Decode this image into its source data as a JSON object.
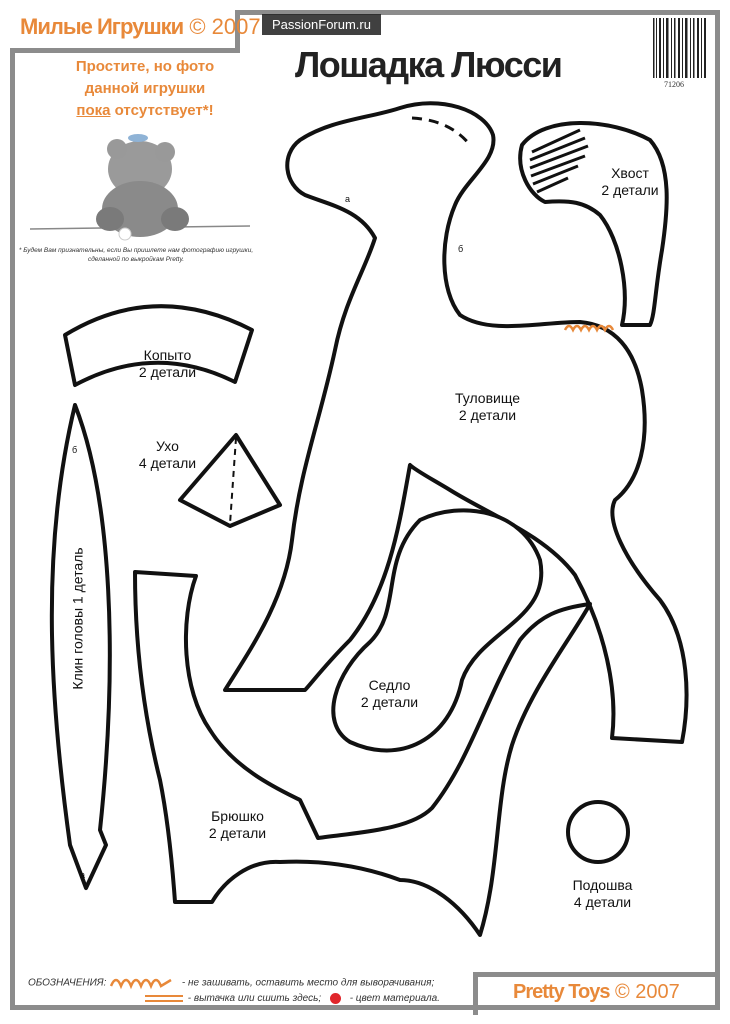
{
  "header": {
    "brand_name": "Милые Игрушки",
    "brand_copyright": "© 2007",
    "watermark": "PassionForum.ru",
    "title": "Лошадка Люсси",
    "barcode_number": "71206"
  },
  "photo_notice": {
    "line1": "Простите, но фото",
    "line2": "данной игрушки",
    "line3_underlined": "пока",
    "line3_rest": " отсутствует*!",
    "footnote_line1": "* Будем Вам признательны, если Вы пришлете нам фотографию игрушки,",
    "footnote_line2": "сделанной по выкройкам Pretty."
  },
  "pieces": {
    "tail": {
      "name": "Хвост",
      "count": "2 детали"
    },
    "hoof": {
      "name": "Копыто",
      "count": "2 детали"
    },
    "body": {
      "name": "Туловище",
      "count": "2 детали"
    },
    "ear": {
      "name": "Ухо",
      "count": "4 детали"
    },
    "head_gusset": {
      "name": "Клин головы 1 деталь"
    },
    "saddle": {
      "name": "Седло",
      "count": "2 детали"
    },
    "belly": {
      "name": "Брюшко",
      "count": "2 детали"
    },
    "sole": {
      "name": "Подошва",
      "count": "4 детали"
    }
  },
  "marks": {
    "a": "а",
    "b": "б"
  },
  "legend": {
    "heading": "ОБОЗНАЧЕНИЯ:",
    "opening": "- не зашивать, оставить место  для выворачивания;",
    "dart": "- вытачка или сшить здесь;",
    "color": "- цвет материала."
  },
  "footer": {
    "brand": "Pretty Toys",
    "copyright": "© 2007"
  },
  "colors": {
    "accent": "#e8893a",
    "frame": "#8c8c8c",
    "material": "#e0262b"
  }
}
